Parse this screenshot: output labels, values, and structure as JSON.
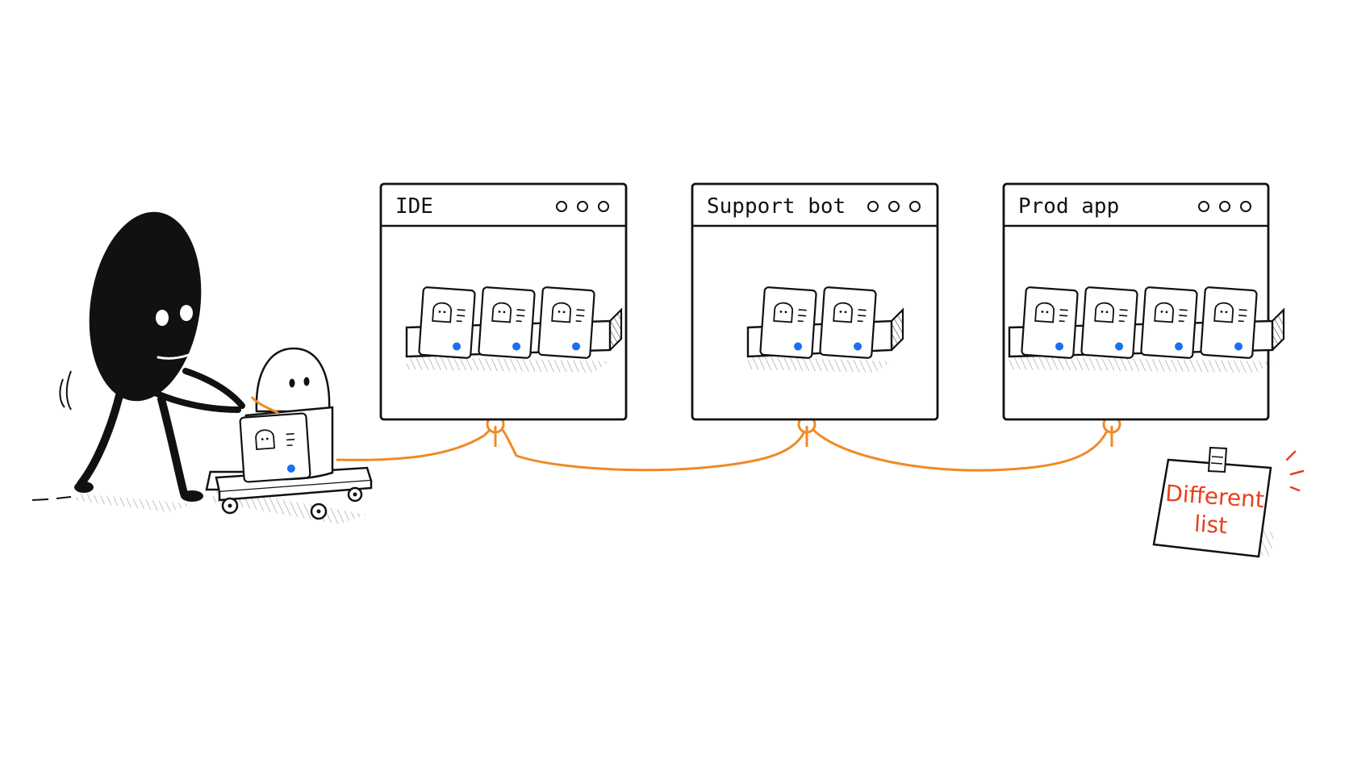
{
  "windows": [
    {
      "title": "IDE",
      "card_count": 3
    },
    {
      "title": "Support bot",
      "card_count": 2
    },
    {
      "title": "Prod app",
      "card_count": 4
    }
  ],
  "note": {
    "line1": "Different",
    "line2": "list"
  },
  "colors": {
    "connector": "#f08a24",
    "dot": "#1a6ff2",
    "note_text": "#e8401c",
    "ink": "#111111"
  },
  "icons": [
    "walking-character-figure",
    "robot-icon",
    "cart-icon",
    "skill-card-icon",
    "tray-icon",
    "window-dots-icon",
    "pushpin-tape-icon"
  ]
}
